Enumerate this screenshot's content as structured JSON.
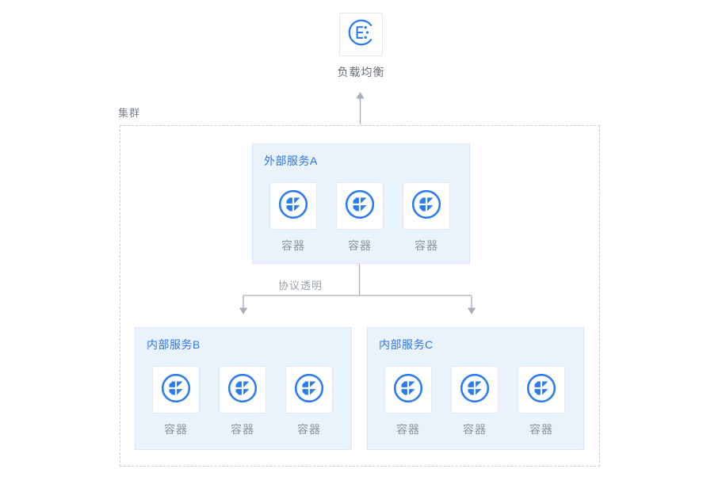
{
  "load_balancer": {
    "label": "负载均衡"
  },
  "cluster": {
    "label": "集群"
  },
  "connector": {
    "label": "协议透明"
  },
  "services": [
    {
      "id": "external-service-a",
      "title": "外部服务A",
      "containers": [
        "容器",
        "容器",
        "容器"
      ]
    },
    {
      "id": "internal-service-b",
      "title": "内部服务B",
      "containers": [
        "容器",
        "容器",
        "容器"
      ]
    },
    {
      "id": "internal-service-c",
      "title": "内部服务C",
      "containers": [
        "容器",
        "容器",
        "容器"
      ]
    }
  ],
  "icons": {
    "load_balancer": "load-balancer-icon",
    "container": "container-icon",
    "arrow_up": "arrow-up-icon",
    "arrow_down": "arrow-down-icon"
  },
  "colors": {
    "primary_blue": "#2b7cf0",
    "title_blue": "#2d74e8",
    "panel_bg": "#eaf3fc",
    "panel_border": "#d8e8f8",
    "card_border": "#e5e8ec",
    "gray_text": "#8a9199",
    "dark_gray_text": "#666d75",
    "line_gray": "#a9afb8",
    "dash_border": "#c9cdd3"
  }
}
